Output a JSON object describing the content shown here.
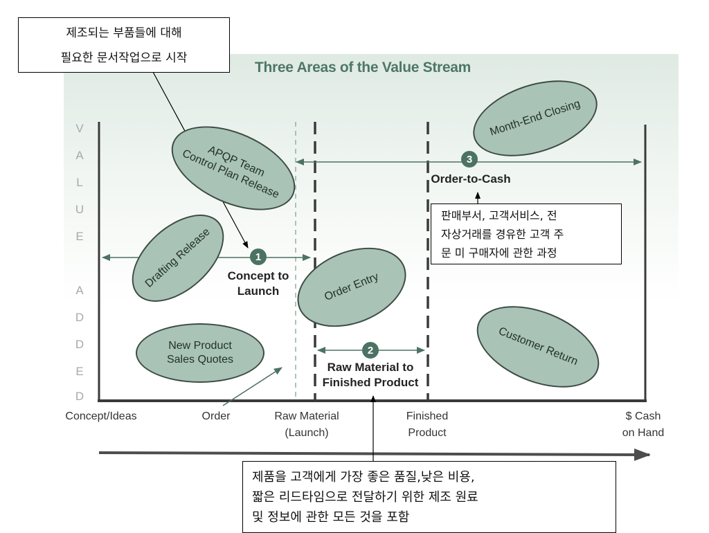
{
  "title": "Three Areas of the Value Stream",
  "vertical_axis_letters": [
    "V",
    "A",
    "L",
    "U",
    "E",
    "",
    "A",
    "D",
    "D",
    "E",
    "D"
  ],
  "areas": [
    {
      "number": "1",
      "label_line1": "Concept to",
      "label_line2": "Launch"
    },
    {
      "number": "2",
      "label_line1": "Raw Material to",
      "label_line2": "Finished Product"
    },
    {
      "number": "3",
      "label_line1": "Order-to-Cash",
      "label_line2": ""
    }
  ],
  "activities": {
    "apqp_line1": "APQP Team",
    "apqp_line2": "Control Plan Release",
    "drafting": "Drafting Release",
    "new_product_line1": "New Product",
    "new_product_line2": "Sales Quotes",
    "order_entry": "Order Entry",
    "month_end": "Month-End Closing",
    "customer_return": "Customer Return"
  },
  "x_axis_labels": {
    "concept": "Concept/Ideas",
    "order": "Order",
    "raw_material_line1": "Raw Material",
    "raw_material_line2": "(Launch)",
    "finished_line1": "Finished",
    "finished_line2": "Product",
    "cash_line1": "$ Cash",
    "cash_line2": "on Hand"
  },
  "callouts": {
    "top_left_line1": "제조되는 부품들에 대해",
    "top_left_line2": "필요한 문서작업으로 시작",
    "right_line1": "판매부서, 고객서비스, 전",
    "right_line2": "자상거래를 경유한 고객 주",
    "right_line3": "문 미 구매자에 관한 과정",
    "bottom_line1": "제품을 고객에게 가장 좋은 품질,낮은 비용,",
    "bottom_line2": "짧은 리드타임으로 전달하기 위한 제조 원료",
    "bottom_line3": "및 정보에 관한 모든 것을 포함"
  },
  "colors": {
    "ellipse_fill": "#a9c3b6",
    "accent_green": "#4c7263",
    "title_green": "#4e7766"
  }
}
